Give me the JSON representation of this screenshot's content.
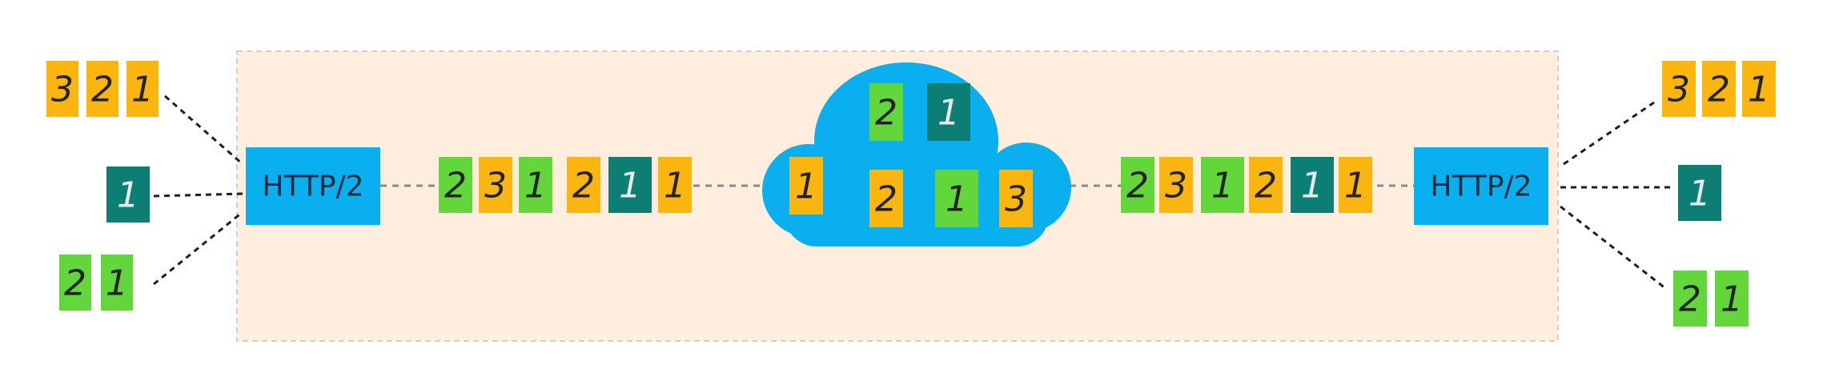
{
  "colors": {
    "orange": "#FBB50F",
    "green": "#62D63A",
    "teal": "#0C7E74",
    "blue": "#0AAFF0",
    "panel": "#FFEEDD",
    "panel_border": "#cfcfcf"
  },
  "left_streams": [
    {
      "packets": [
        {
          "label": "3",
          "color": "orange"
        },
        {
          "label": "2",
          "color": "orange"
        },
        {
          "label": "1",
          "color": "orange"
        }
      ]
    },
    {
      "packets": [
        {
          "label": "1",
          "color": "teal"
        }
      ]
    },
    {
      "packets": [
        {
          "label": "2",
          "color": "green"
        },
        {
          "label": "1",
          "color": "green"
        }
      ]
    }
  ],
  "left_protocol": "HTTP/2",
  "left_sequence": [
    {
      "label": "2",
      "color": "green"
    },
    {
      "label": "3",
      "color": "orange"
    },
    {
      "label": "1",
      "color": "green"
    },
    {
      "label": "2",
      "color": "orange"
    },
    {
      "label": "1",
      "color": "teal"
    },
    {
      "label": "1",
      "color": "orange"
    }
  ],
  "cloud_packets": [
    {
      "label": "2",
      "color": "green"
    },
    {
      "label": "1",
      "color": "teal"
    },
    {
      "label": "1",
      "color": "orange"
    },
    {
      "label": "2",
      "color": "orange"
    },
    {
      "label": "1",
      "color": "green"
    },
    {
      "label": "3",
      "color": "orange"
    }
  ],
  "right_sequence": [
    {
      "label": "2",
      "color": "green"
    },
    {
      "label": "3",
      "color": "orange"
    },
    {
      "label": "1",
      "color": "green"
    },
    {
      "label": "2",
      "color": "orange"
    },
    {
      "label": "1",
      "color": "teal"
    },
    {
      "label": "1",
      "color": "orange"
    }
  ],
  "right_protocol": "HTTP/2",
  "right_streams": [
    {
      "packets": [
        {
          "label": "3",
          "color": "orange"
        },
        {
          "label": "2",
          "color": "orange"
        },
        {
          "label": "1",
          "color": "orange"
        }
      ]
    },
    {
      "packets": [
        {
          "label": "1",
          "color": "teal"
        }
      ]
    },
    {
      "packets": [
        {
          "label": "2",
          "color": "green"
        },
        {
          "label": "1",
          "color": "green"
        }
      ]
    }
  ]
}
